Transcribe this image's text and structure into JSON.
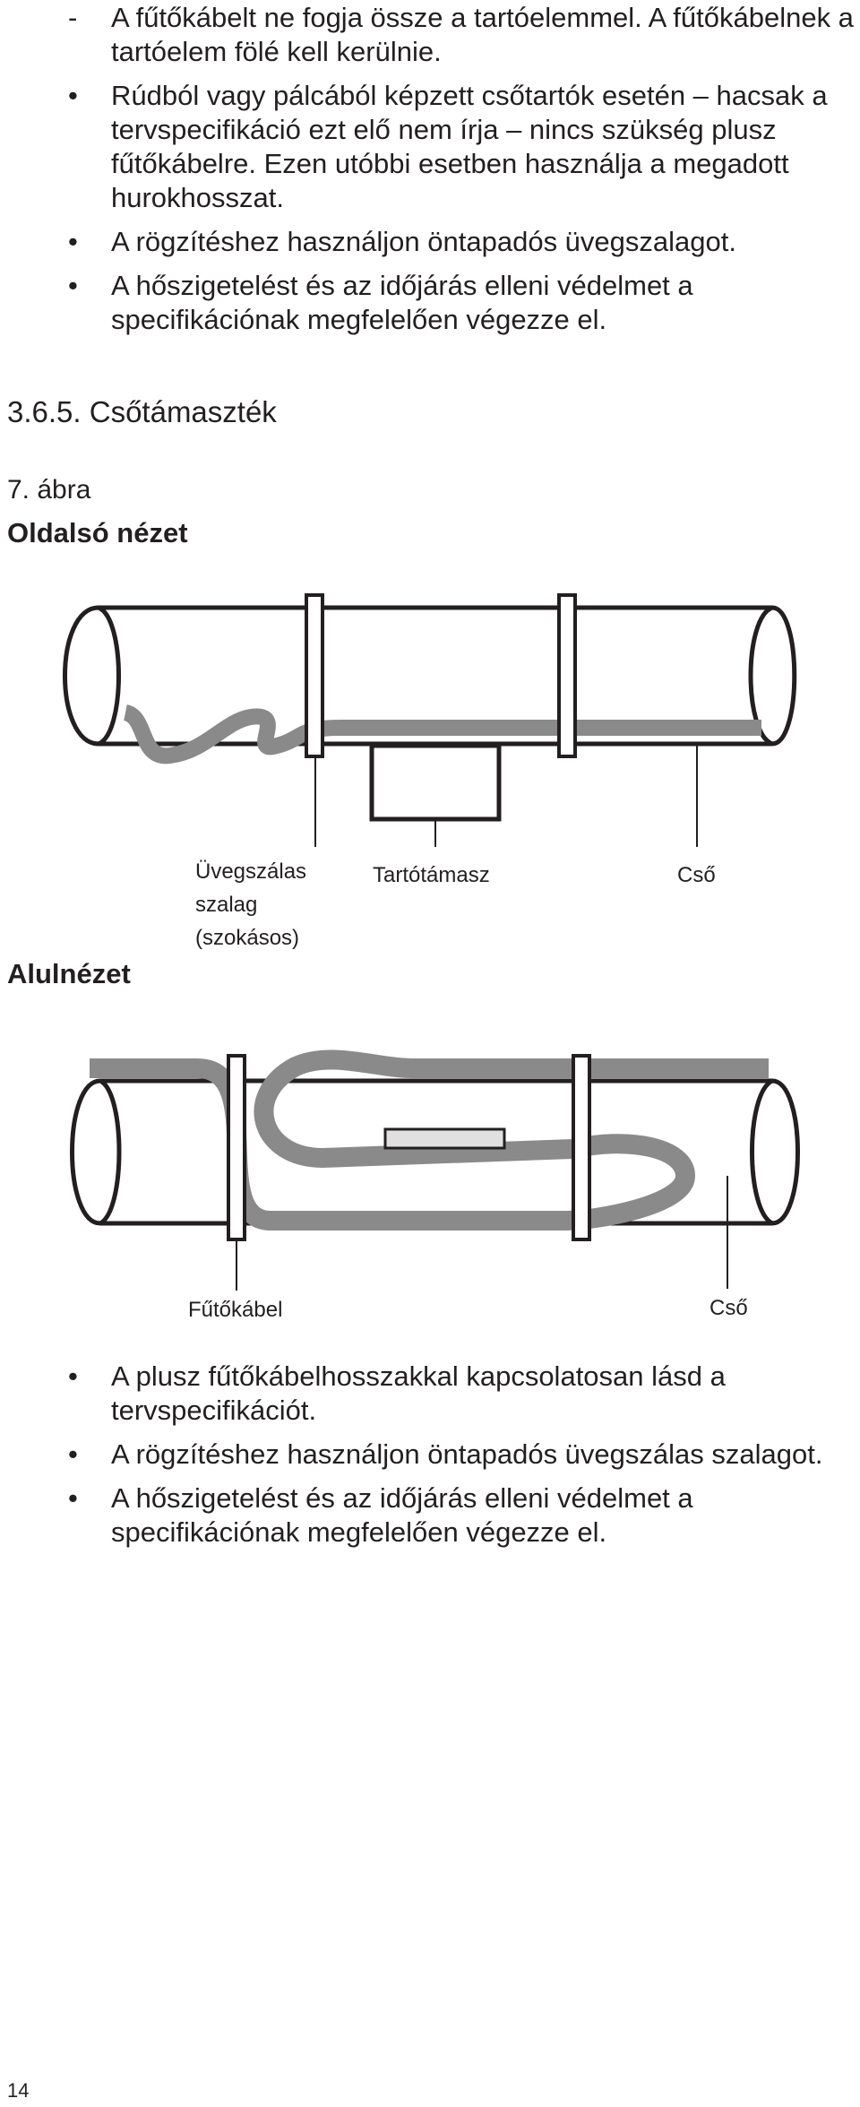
{
  "top_list": [
    {
      "marker": "-",
      "text": "A fűtőkábelt ne fogja össze a tartóelemmel. A fűtőkábelnek a tartóelem fölé kell kerülnie."
    },
    {
      "marker": "•",
      "text": "Rúdból vagy pálcából képzett csőtartók esetén – hacsak a tervspecifikáció ezt elő nem írja – nincs szükség plusz fűtőkábelre. Ezen utóbbi esetben használja a megadott hurokhosszat."
    },
    {
      "marker": "•",
      "text": "A rögzítéshez használjon öntapadós üvegszalagot."
    },
    {
      "marker": "•",
      "text": "A hőszigetelést és az időjárás elleni védelmet a specifikációnak megfelelően végezze el."
    }
  ],
  "section_heading": "3.6.5. Csőtámaszték",
  "figure_number": "7. ábra",
  "side_view_title": "Oldalsó nézet",
  "bottom_view_title": "Alulnézet",
  "callouts": {
    "tape": "Üvegszálas\nszalag\n(szokásos)",
    "support": "Tartótámasz",
    "pipe_top": "Cső",
    "cable": "Fűtőkábel",
    "pipe_bottom": "Cső"
  },
  "bottom_list": [
    {
      "marker": "•",
      "text": "A plusz fűtőkábelhosszakkal kapcsolatosan lásd a tervspecifikációt."
    },
    {
      "marker": "•",
      "text": "A rögzítéshez használjon öntapadós üvegszálas szalagot."
    },
    {
      "marker": "•",
      "text": "A hőszigetelést és az időjárás elleni védelmet a specifikációnak megfelelően végezze el."
    }
  ],
  "page_number": "14",
  "colors": {
    "line": "#231f20",
    "cable": "#8a8a8a",
    "support_fill": "#e0e0e0"
  }
}
